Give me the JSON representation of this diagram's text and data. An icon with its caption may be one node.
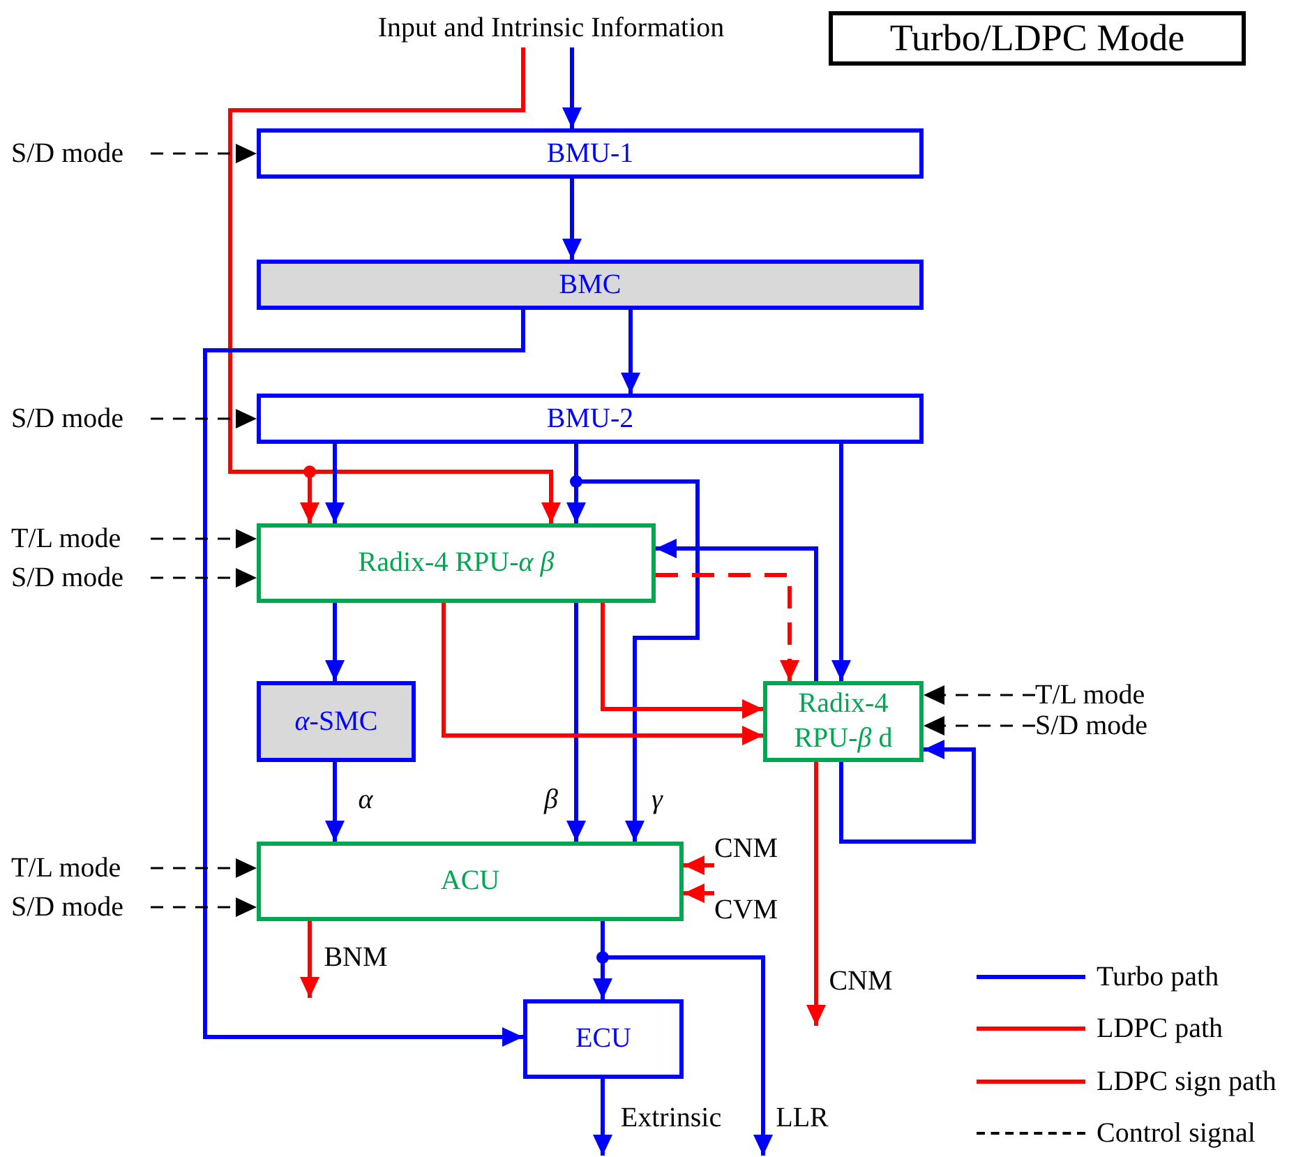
{
  "diagram": {
    "title": "Turbo/LDPC Mode",
    "nodes": [
      {
        "text": [
          "Input and Intrinsic Information"
        ]
      },
      {
        "text": [
          "BMU-1"
        ]
      },
      {
        "text": [
          "BMC"
        ]
      },
      {
        "text": [
          "BMU-2"
        ]
      },
      {
        "text": [
          "Radix-4 RPU-*α β*"
        ]
      },
      {
        "text": [
          "*α*-SMC"
        ]
      },
      {
        "text": [
          "Radix-4 RPU-*β* d"
        ]
      },
      {
        "text": [
          "ACU"
        ]
      },
      {
        "text": [
          "ECU"
        ]
      },
      {
        "text": [
          "S/D mode"
        ]
      },
      {
        "text": [
          "S/D mode"
        ]
      },
      {
        "text": [
          "T/L mode"
        ]
      },
      {
        "text": [
          "S/D mode"
        ]
      },
      {
        "text": [
          "T/L mode"
        ]
      },
      {
        "text": [
          "S/D mode"
        ]
      },
      {
        "text": [
          "T/L mode"
        ]
      },
      {
        "text": [
          "S/D mode"
        ]
      },
      {
        "text": [
          "CNM"
        ]
      },
      {
        "text": [
          "CVM"
        ]
      }
    ],
    "edges": [
      {
        "from": 0,
        "to": 1,
        "arrow": "to"
      },
      {
        "from": 0,
        "to": 4,
        "arrow": "to",
        "color": "#ff0000"
      },
      {
        "from": 0,
        "to": 4,
        "arrow": "to",
        "color": "#ff0000"
      },
      {
        "from": 1,
        "to": 2,
        "arrow": "to"
      },
      {
        "from": 2,
        "to": 3,
        "arrow": "to"
      },
      {
        "from": 2,
        "to": 8,
        "arrow": "to"
      },
      {
        "from": 3,
        "to": 4,
        "arrow": "to"
      },
      {
        "from": 3,
        "to": 4,
        "arrow": "to"
      },
      {
        "from": 3,
        "to": 7,
        "arrow": "to",
        "label": "γ"
      },
      {
        "from": 3,
        "to": 6,
        "arrow": "to"
      },
      {
        "from": 4,
        "to": 5,
        "arrow": "to"
      },
      {
        "from": 4,
        "to": 7,
        "arrow": "to",
        "label": "β"
      },
      {
        "from": 4,
        "to": 6,
        "arrow": "to",
        "color": "#ff0000"
      },
      {
        "from": 4,
        "to": 6,
        "arrow": "to",
        "color": "#ff0000"
      },
      {
        "from": 4,
        "to": 6,
        "arrow": "to",
        "style": "dashed",
        "color": "#ff0000"
      },
      {
        "from": 6,
        "to": 4,
        "arrow": "to"
      },
      {
        "from": 6,
        "to": 6,
        "arrow": "to"
      },
      {
        "from": 5,
        "to": 7,
        "arrow": "to",
        "label": "α"
      },
      {
        "from": 6,
        "to": null,
        "arrow": "to",
        "label": "CNM",
        "color": "#ff0000"
      },
      {
        "from": 7,
        "to": null,
        "arrow": "to",
        "label": "BNM",
        "color": "#ff0000"
      },
      {
        "from": 7,
        "to": 8,
        "arrow": "to"
      },
      {
        "from": 7,
        "to": null,
        "arrow": "to",
        "label": "LLR"
      },
      {
        "from": 8,
        "to": null,
        "arrow": "to",
        "label": "Extrinsic"
      },
      {
        "from": 9,
        "to": 1,
        "arrow": "to",
        "style": "dashed",
        "color": "#000000"
      },
      {
        "from": 10,
        "to": 3,
        "arrow": "to",
        "style": "dashed",
        "color": "#000000"
      },
      {
        "from": 11,
        "to": 4,
        "arrow": "to",
        "style": "dashed",
        "color": "#000000"
      },
      {
        "from": 12,
        "to": 4,
        "arrow": "to",
        "style": "dashed",
        "color": "#000000"
      },
      {
        "from": 13,
        "to": 6,
        "arrow": "to",
        "style": "dashed",
        "color": "#000000"
      },
      {
        "from": 14,
        "to": 6,
        "arrow": "to",
        "style": "dashed",
        "color": "#000000"
      },
      {
        "from": 15,
        "to": 7,
        "arrow": "to",
        "style": "dashed",
        "color": "#000000"
      },
      {
        "from": 16,
        "to": 7,
        "arrow": "to",
        "style": "dashed",
        "color": "#000000"
      },
      {
        "from": 17,
        "to": 7,
        "arrow": "to",
        "color": "#ff0000"
      },
      {
        "from": 18,
        "to": 7,
        "arrow": "to",
        "color": "#ff0000"
      }
    ],
    "legend": [
      {
        "text": "Turbo path",
        "color": "#0000ff"
      },
      {
        "text": "LDPC path",
        "color": "#ff0000"
      },
      {
        "text": "LDPC sign path",
        "color": "#ff0000"
      },
      {
        "text": "Control signal"
      }
    ]
  }
}
